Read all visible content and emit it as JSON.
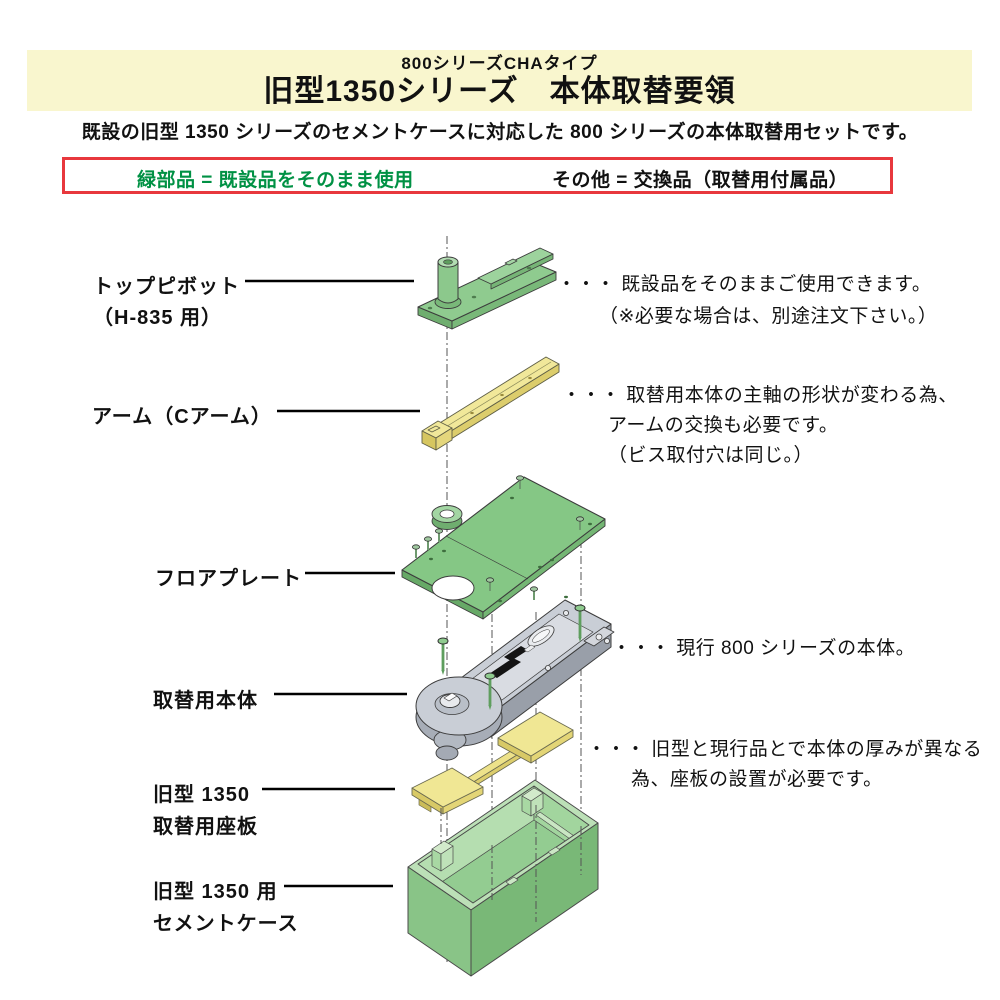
{
  "header": {
    "series": "800シリーズCHAタイプ",
    "title": "旧型1350シリーズ　本体取替要領",
    "subtitle": "既設の旧型 1350 シリーズのセメントケースに対応した 800 シリーズの本体取替用セットです。",
    "band_color": "#f9f6ce"
  },
  "legend": {
    "green_label": "緑部品 = 既設品をそのまま使用",
    "other_label": "その他 = 交換品（取替用付属品）",
    "border_color": "#e8383d",
    "green_text_color": "#009144"
  },
  "parts": [
    {
      "name": "top-pivot",
      "label1": "トップピボット",
      "label2": "（H-835 用）"
    },
    {
      "name": "arm",
      "label1": "アーム（Cアーム）"
    },
    {
      "name": "floor-plate",
      "label1": "フロアプレート"
    },
    {
      "name": "replacement-body",
      "label1": "取替用本体"
    },
    {
      "name": "seat-plate",
      "label1": "旧型 1350",
      "label2": "取替用座板"
    },
    {
      "name": "cement-case",
      "label1": "旧型 1350 用",
      "label2": "セメントケース"
    }
  ],
  "annotations": [
    {
      "line1": "・・・ 既設品をそのままご使用できます。",
      "line2": "（※必要な場合は、別途注文下さい。）"
    },
    {
      "line1": "・・・ 取替用本体の主軸の形状が変わる為、",
      "line2": "アームの交換も必要です。",
      "line3": "（ビス取付穴は同じ。）"
    },
    {
      "line1": "・・・ 現行 800 シリーズの本体。"
    },
    {
      "line1": "・・・ 旧型と現行品とで本体の厚みが異なる",
      "line2": "為、座板の設置が必要です。"
    }
  ],
  "diagram_colors": {
    "reused_green": "#85c785",
    "replacement_yellow": "#efe48c",
    "body_gray": "#c9ced6",
    "screw_green": "#8fcb8f"
  }
}
